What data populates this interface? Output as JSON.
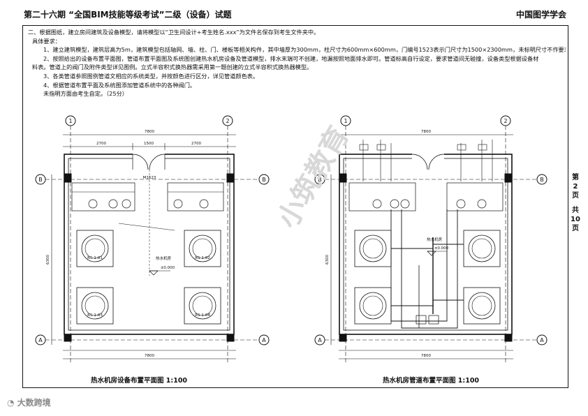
{
  "header": {
    "title": "第二十六期 “全国BIM技能等级考试”二级（设备）试题",
    "org": "中国图学学会"
  },
  "instructions": {
    "lines": [
      "二、根据图纸，建立房间建筑及设备模型，请将模型以“卫生间设计+考生姓名.xxx”为文件名保存到考生文件夹中。",
      "具体要求：",
      "1、建立建筑模型，建筑层高为5m，建筑模型包括轴网、墙、柱、门、楼板等相关构件，其中墙厚为300mm，柱尺寸为600mm×600mm，门编号1523表示门尺寸为1500×2300mm，未标明尺寸不作要求。",
      "2、按照给出的设备布置平面图，管道布置平面图及系统图创建热水机房设备及管道模型，排水末端可不创建，地漏按照地面排水即可。管道标高自行设定，要求管道间无碰撞，设备类型根据设备材",
      "料表。管道上的阀门及附件类型详见图例。立式半容积式换热器需采用第一题创建的立式半容积式换热器模型。",
      "3、各类管道参照图例管道文相应的系统类型，并按颜色进行区分，详见管道颜色表。",
      "4、根据管道布置平面及系统图添加管道系统中的各种阀门。",
      "未指明方面由考生自定。（25分）"
    ]
  },
  "page_info": {
    "page_label": [
      "第",
      "2",
      "页"
    ],
    "total_label": [
      "共",
      "10",
      "页"
    ]
  },
  "drawings": {
    "left": {
      "caption": "热水机房设备布置平面图 1:100",
      "axis_labels": {
        "top_left": "1",
        "top_right": "2",
        "row_top": "B",
        "row_bottom": "A"
      },
      "dims": {
        "overall": "7800",
        "segment_left": "2700",
        "segment_mid": "1500",
        "segment_right": "2700",
        "height": "6300"
      },
      "door_tag": "M1523",
      "elevation": "±0.000",
      "equipment_tags": [
        "RS-1-01",
        "RS-1-02",
        "RS-1-03",
        "RS-1-04"
      ],
      "room_label": "热水机房"
    },
    "right": {
      "caption": "热水机房管道布置平面图 1:100",
      "axis_labels": {
        "top_left": "1",
        "top_right": "2",
        "row_top": "B",
        "row_bottom": "A"
      },
      "dims": {
        "overall": "7800",
        "height": "6300"
      },
      "elevation": "±0.000",
      "room_label": "热水机房"
    }
  },
  "watermark": {
    "text": "大数跨境",
    "overlay_text": "小筑教育"
  },
  "colors": {
    "line": "#111111",
    "watermark": "#d8d8d8"
  }
}
